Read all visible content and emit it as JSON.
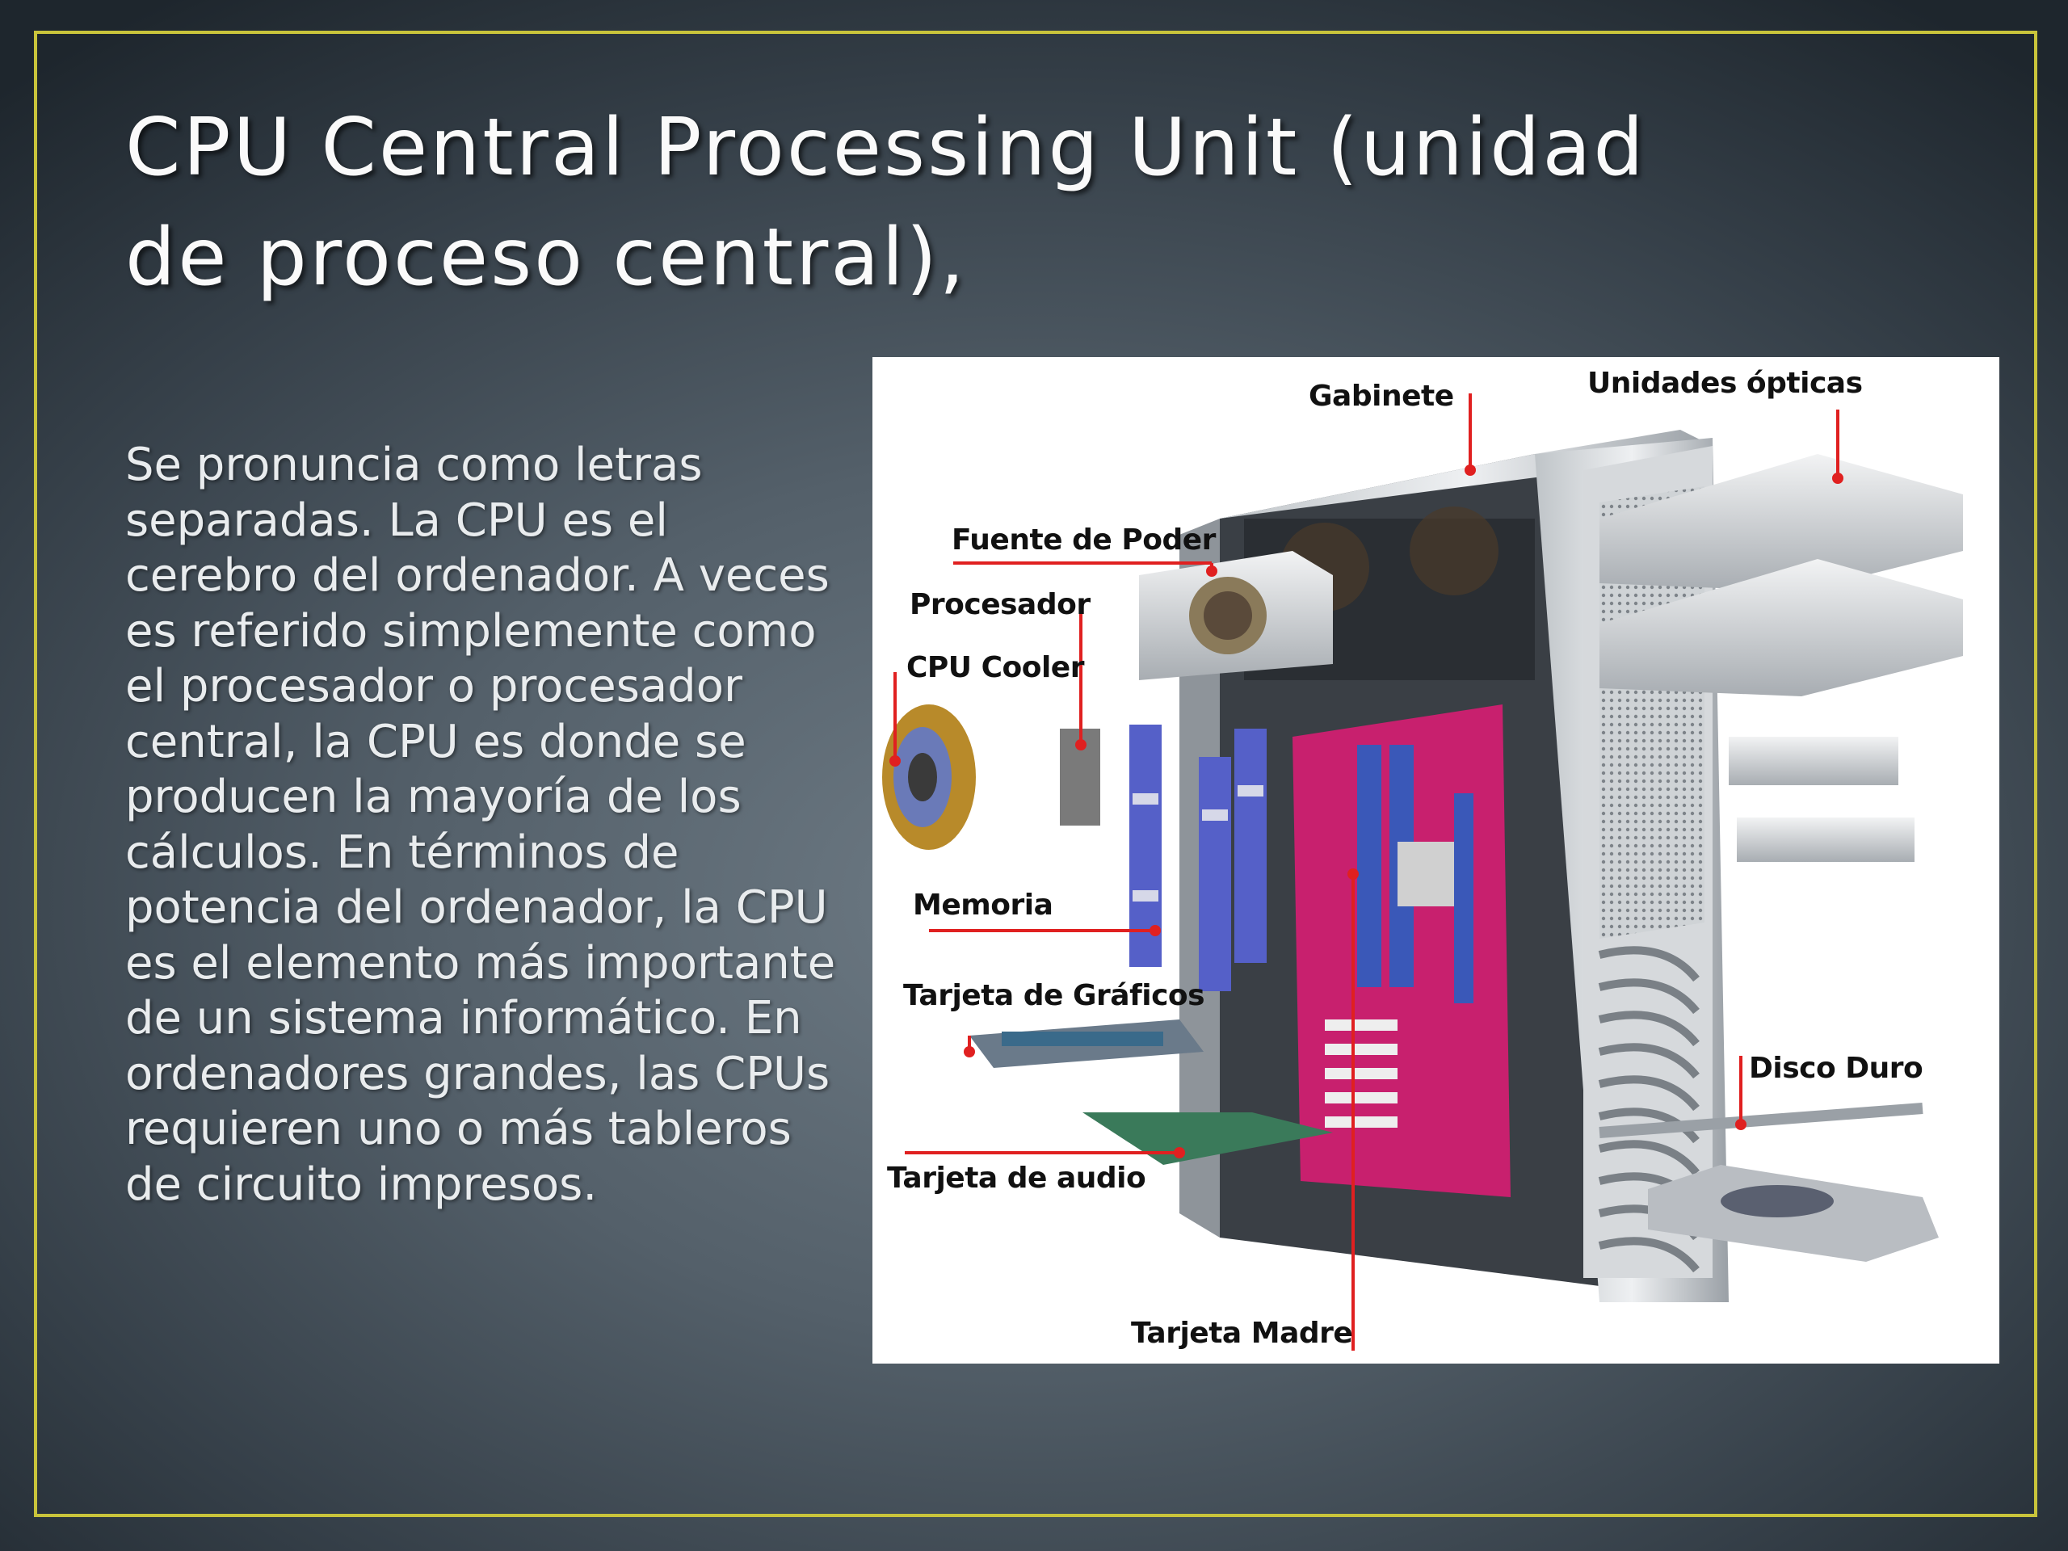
{
  "slide": {
    "title": "CPU Central Processing Unit (unidad de proceso central),",
    "body": "Se pronuncia como letras separadas. La CPU es el cerebro del ordenador. A veces es referido simplemente como el procesador o procesador central, la CPU es donde se producen la mayoría de los cálculos. En términos de potencia del ordenador, la CPU es el elemento más importante de un sistema informático. En ordenadores grandes, las CPUs requieren uno o más tableros de circuito impresos."
  },
  "diagram": {
    "labels": {
      "gabinete": "Gabinete",
      "unidades_opticas": "Unidades ópticas",
      "fuente_de_poder": "Fuente de Poder",
      "procesador": "Procesador",
      "cpu_cooler": "CPU Cooler",
      "memoria": "Memoria",
      "tarjeta_graficos": "Tarjeta de Gráficos",
      "disco_duro": "Disco Duro",
      "tarjeta_audio": "Tarjeta de audio",
      "tarjeta_madre": "Tarjeta Madre"
    }
  },
  "colors": {
    "frame": "#c9c43b",
    "title": "#fafafa",
    "body_text": "#e9ecee",
    "leader_line": "#e02020",
    "motherboard": "#c8206e"
  }
}
